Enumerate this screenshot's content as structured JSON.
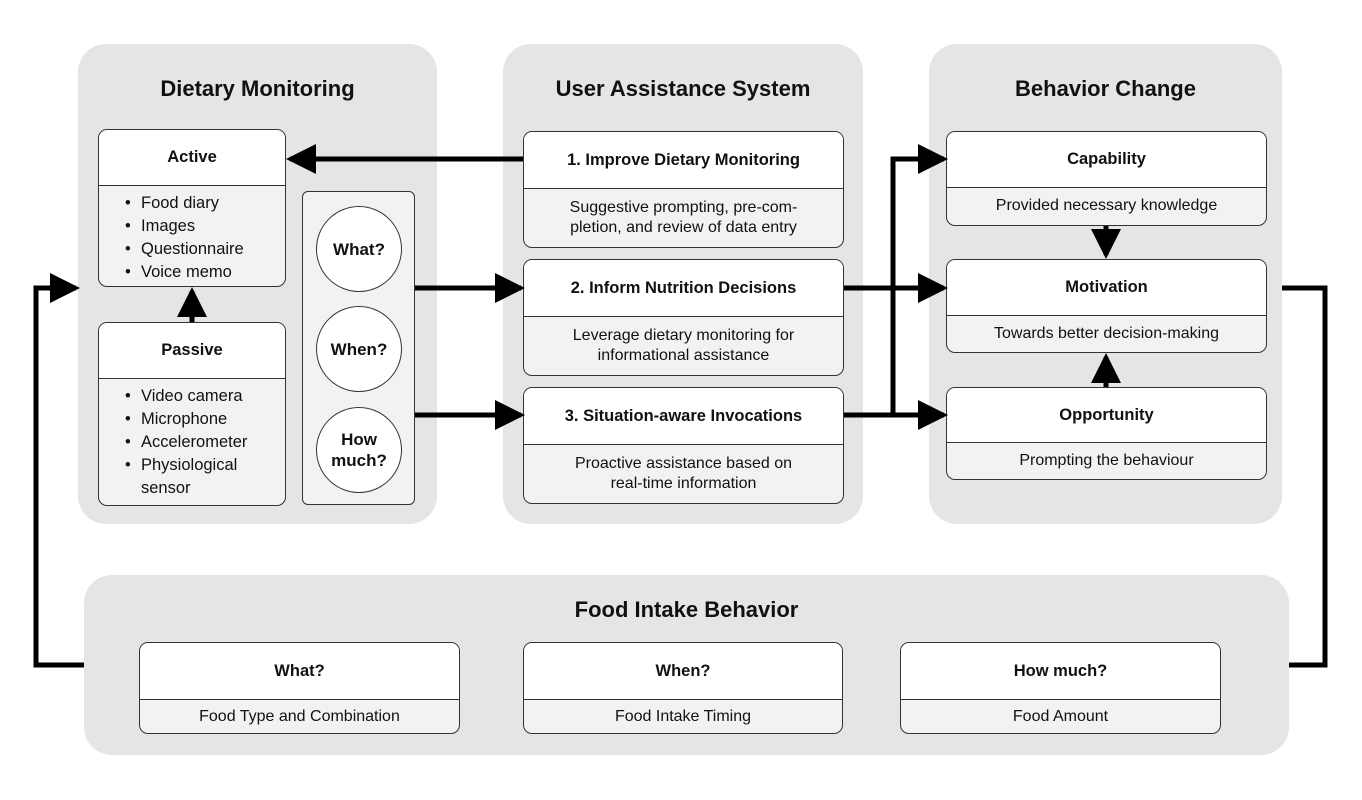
{
  "dietary_monitoring": {
    "title": "Dietary Monitoring",
    "active": {
      "title": "Active",
      "items": [
        "Food diary",
        "Images",
        "Questionnaire",
        "Voice memo"
      ]
    },
    "passive": {
      "title": "Passive",
      "items": [
        "Video camera",
        "Microphone",
        "Accelerometer",
        "Physiological sensor"
      ]
    },
    "questions": [
      "What?",
      "When?",
      "How much?"
    ]
  },
  "user_assistance": {
    "title": "User Assistance System",
    "steps": [
      {
        "title": "1. Improve Dietary Monitoring",
        "desc": "Suggestive prompting, pre-com-pletion, and review of data entry"
      },
      {
        "title": "2. Inform Nutrition Decisions",
        "desc": "Leverage dietary monitoring for informational assistance"
      },
      {
        "title": "3. Situation-aware Invocations",
        "desc": "Proactive assistance based on real-time information"
      }
    ]
  },
  "behavior_change": {
    "title": "Behavior Change",
    "items": [
      {
        "title": "Capability",
        "desc": "Provided necessary knowledge"
      },
      {
        "title": "Motivation",
        "desc": "Towards better decision-making"
      },
      {
        "title": "Opportunity",
        "desc": "Prompting the behaviour"
      }
    ]
  },
  "food_intake": {
    "title": "Food Intake Behavior",
    "items": [
      {
        "title": "What?",
        "desc": "Food Type and Combination"
      },
      {
        "title": "When?",
        "desc": "Food Intake Timing"
      },
      {
        "title": "How much?",
        "desc": "Food Amount"
      }
    ]
  }
}
